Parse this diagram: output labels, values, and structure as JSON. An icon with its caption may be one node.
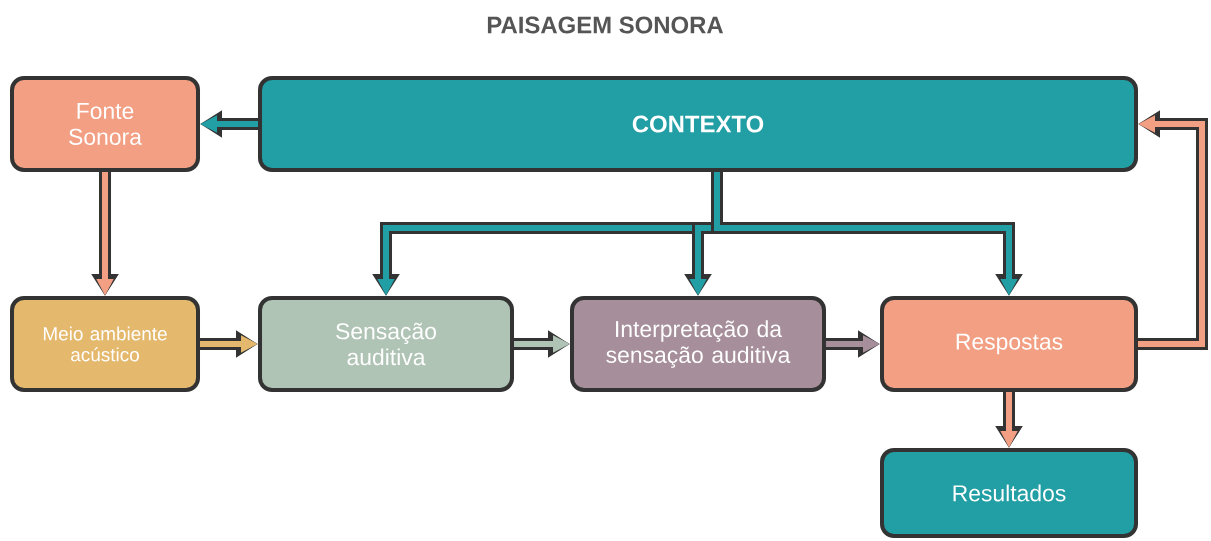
{
  "diagram": {
    "title": "PAISAGEM SONORA",
    "nodes": [
      {
        "text": [
          "Fonte Sonora"
        ]
      },
      {
        "text": [
          "CONTEXTO"
        ]
      },
      {
        "text": [
          "Meio ambiente acústico"
        ]
      },
      {
        "text": [
          "Sensação auditiva"
        ]
      },
      {
        "text": [
          "Interpretação da sensação auditiva"
        ]
      },
      {
        "text": [
          "Respostas"
        ]
      },
      {
        "text": [
          "Resultados"
        ]
      }
    ],
    "edges": [
      {
        "from": 1,
        "to": 0,
        "arrow": "to",
        "color": "#229ea5"
      },
      {
        "from": 0,
        "to": 2,
        "arrow": "to",
        "color": "#f29f83"
      },
      {
        "from": 1,
        "to": 3,
        "arrow": "to",
        "color": "#229ea5"
      },
      {
        "from": 1,
        "to": 4,
        "arrow": "to",
        "color": "#229ea5"
      },
      {
        "from": 1,
        "to": 5,
        "arrow": "to",
        "color": "#229ea5"
      },
      {
        "from": 2,
        "to": 3,
        "arrow": "to",
        "color": "#e4b96d"
      },
      {
        "from": 3,
        "to": 4,
        "arrow": "to",
        "color": "#b0c4b6"
      },
      {
        "from": 4,
        "to": 5,
        "arrow": "to",
        "color": "#a68f9b"
      },
      {
        "from": 5,
        "to": 1,
        "arrow": "to",
        "color": "#f29f83"
      },
      {
        "from": 5,
        "to": 6,
        "arrow": "to",
        "color": "#f29f83"
      }
    ]
  }
}
